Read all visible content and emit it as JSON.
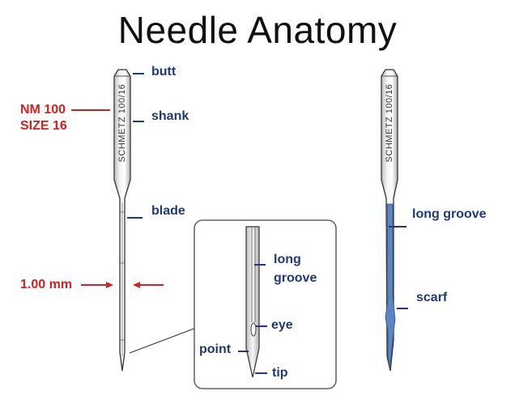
{
  "title": "Needle Anatomy",
  "brand_text": "SCHMETZ 100/16",
  "labels": {
    "butt": "butt",
    "shank": "shank",
    "blade": "blade",
    "nm": "NM 100",
    "size": "SIZE 16",
    "width": "1.00 mm",
    "long_groove_detail": [
      "long",
      "groove"
    ],
    "eye": "eye",
    "point": "point",
    "tip": "tip",
    "long_groove_right": "long groove",
    "scarf": "scarf"
  },
  "colors": {
    "label_blue": "#1e3a78",
    "label_red": "#d42020",
    "groove_fill": "#5b86c0"
  }
}
